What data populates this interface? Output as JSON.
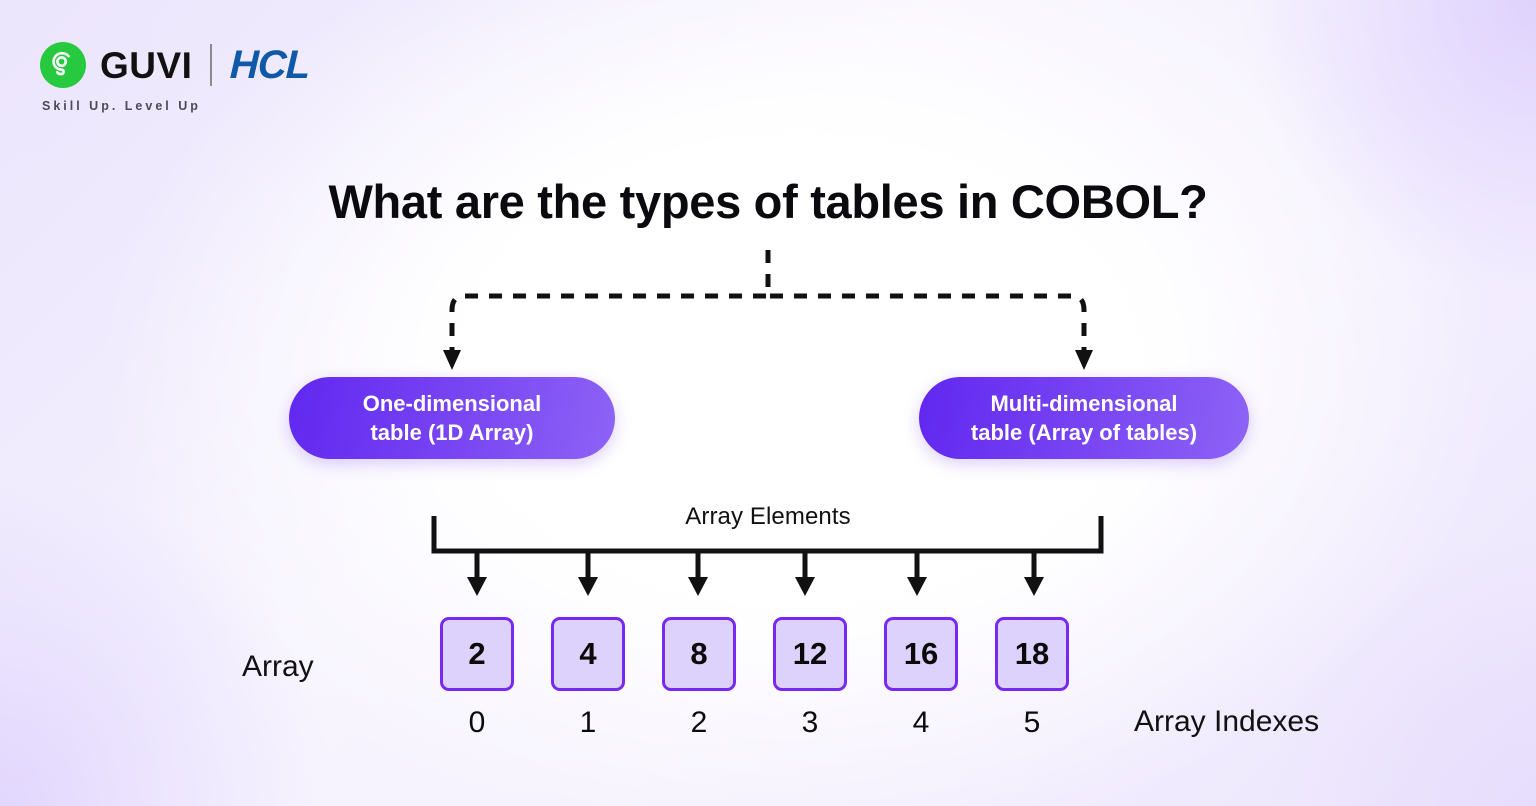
{
  "brand": {
    "guvi_name": "GUVI",
    "partner_name": "HCL",
    "tagline": "Skill Up. Level Up",
    "mark_icon": "guvi-g-icon",
    "green": "#27c93f",
    "hcl_blue": "#1058a8"
  },
  "title": "What are the types of tables in COBOL?",
  "branches": [
    {
      "line1": "One-dimensional",
      "line2": "table (1D Array)"
    },
    {
      "line1": "Multi-dimensional",
      "line2": "table (Array of tables)"
    }
  ],
  "diagram": {
    "bracket_label": "Array Elements",
    "array_label": "Array",
    "index_label": "Array Indexes",
    "values": [
      "2",
      "4",
      "8",
      "12",
      "16",
      "18"
    ],
    "indexes": [
      "0",
      "1",
      "2",
      "3",
      "4",
      "5"
    ],
    "cell_fill": "#ddd2fb",
    "cell_border": "#7729f0"
  },
  "theme": {
    "pill_gradient_start": "#6127f0",
    "pill_gradient_end": "#8d63f6",
    "text_dark": "#0b0b0f",
    "background_corner": "#e6deff"
  }
}
